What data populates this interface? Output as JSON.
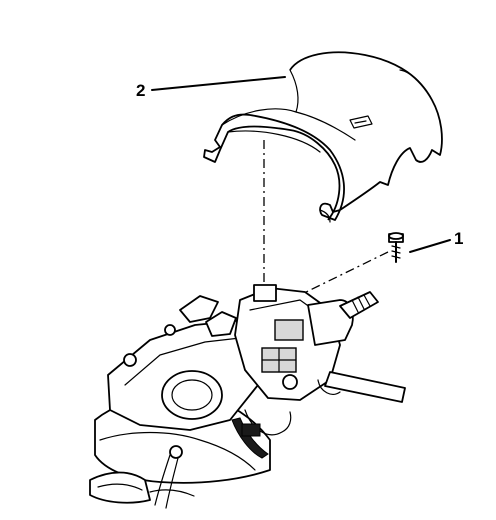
{
  "callouts": [
    {
      "id": "1",
      "label": "1"
    },
    {
      "id": "2",
      "label": "2"
    }
  ],
  "parts": {
    "upper_cover": "steering-column-upper-trim-cover",
    "screw": "trim-cover-screw",
    "column": "steering-column-assembly"
  }
}
